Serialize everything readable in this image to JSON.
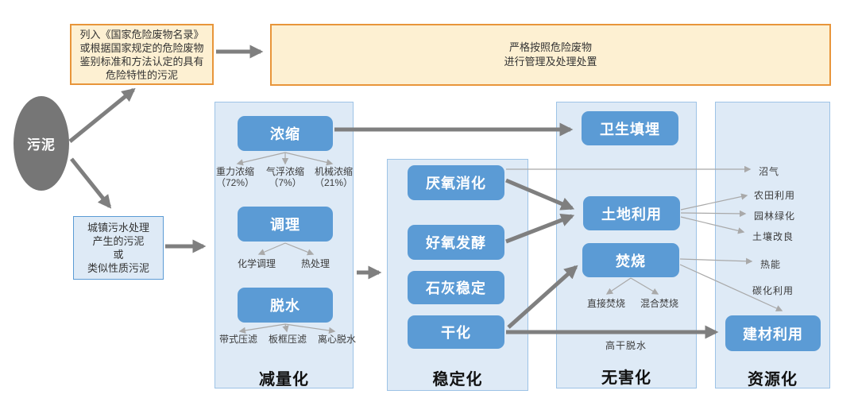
{
  "colors": {
    "node_blue": "#5B9BD5",
    "panel_fill": "#DEEAF6",
    "panel_border": "#9DC3E6",
    "note_fill": "#FDF0D2",
    "note_border": "#E8953A",
    "ellipse_gray": "#767676",
    "arrow_thick": "#7F7F7F",
    "arrow_thin": "#A9A9A9"
  },
  "source": {
    "label": "污泥"
  },
  "hazard_box": {
    "lines": [
      "列入《国家危险废物名录》",
      "或根据国家规定的危险废物",
      "鉴别标准和方法认定的具有",
      "危险特性的污泥"
    ]
  },
  "disposal_box": {
    "lines": [
      "严格按照危险废物",
      "进行管理及处理处置"
    ]
  },
  "municipal_box": {
    "lines": [
      "城镇污水处理",
      "产生的污泥",
      "或",
      "类似性质污泥"
    ]
  },
  "reduction": {
    "footer": "减量化",
    "thickening": {
      "label": "浓缩",
      "subs": [
        {
          "name": "重力浓缩",
          "pct": "（72%）"
        },
        {
          "name": "气浮浓缩",
          "pct": "（7%）"
        },
        {
          "name": "机械浓缩",
          "pct": "（21%）"
        }
      ]
    },
    "conditioning": {
      "label": "调理",
      "subs": [
        {
          "name": "化学调理"
        },
        {
          "name": "热处理"
        }
      ]
    },
    "dewatering": {
      "label": "脱水",
      "subs": [
        {
          "name": "带式压滤"
        },
        {
          "name": "板框压滤"
        },
        {
          "name": "离心脱水"
        }
      ]
    }
  },
  "stabilization": {
    "footer": "稳定化",
    "boxes": [
      "厌氧消化",
      "好氧发酵",
      "石灰稳定",
      "干化"
    ]
  },
  "harmless": {
    "footer": "无害化",
    "landfill": "卫生填埋",
    "land_use": "土地利用",
    "incineration": {
      "label": "焚烧",
      "subs": [
        "直接焚烧",
        "混合焚烧"
      ]
    }
  },
  "resource": {
    "footer": "资源化",
    "items": [
      "沼气",
      "农田利用",
      "园林绿化",
      "土壤改良",
      "热能",
      "碳化利用"
    ],
    "building_box": "建材利用"
  },
  "edge_labels": {
    "high_dry_dewatering": "高干脱水"
  }
}
